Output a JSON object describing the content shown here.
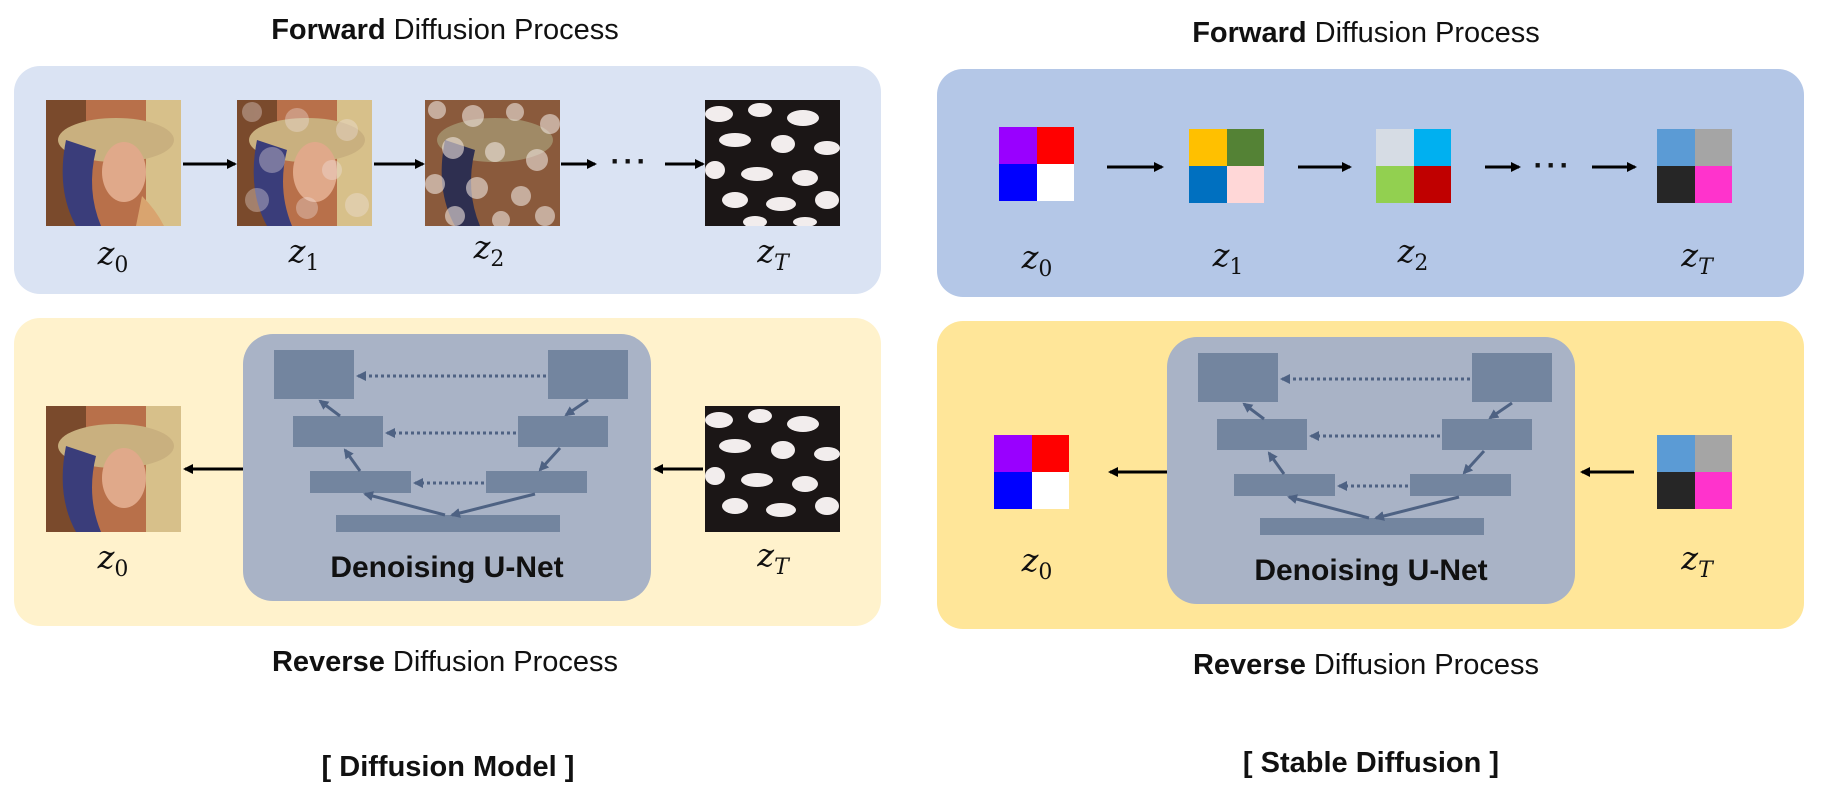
{
  "left": {
    "forward_title_bold": "Forward",
    "forward_title_rest": " Diffusion Process",
    "reverse_title_bold": "Reverse",
    "reverse_title_rest": " Diffusion Process",
    "unet_label": "Denoising U-Net",
    "caption": "[ Diffusion Model ]",
    "forward_labels": [
      {
        "base": "z",
        "sub": "0"
      },
      {
        "base": "z",
        "sub": "1"
      },
      {
        "base": "z",
        "sub": "2"
      },
      {
        "base": "z",
        "sub": "T"
      }
    ],
    "reverse_labels": [
      {
        "base": "z",
        "sub": "0"
      },
      {
        "base": "z",
        "sub": "T"
      }
    ],
    "ellipsis": "···"
  },
  "right": {
    "forward_title_bold": "Forward",
    "forward_title_rest": " Diffusion Process",
    "reverse_title_bold": "Reverse",
    "reverse_title_rest": " Diffusion Process",
    "unet_label": "Denoising U-Net",
    "caption": "[ Stable Diffusion ]",
    "forward_labels": [
      {
        "base": "z",
        "sub": "0"
      },
      {
        "base": "z",
        "sub": "1"
      },
      {
        "base": "z",
        "sub": "2"
      },
      {
        "base": "z",
        "sub": "T"
      }
    ],
    "reverse_labels": [
      {
        "base": "z",
        "sub": "0"
      },
      {
        "base": "z",
        "sub": "T"
      }
    ],
    "ellipsis": "···",
    "latent_colors": {
      "z0": [
        "#9900ff",
        "#ff0000",
        "#0000ff",
        "#ffffff"
      ],
      "z1": [
        "#ffc000",
        "#548235",
        "#0070c0",
        "#ffd7d7"
      ],
      "z2": [
        "#d6dce4",
        "#00b0f0",
        "#92d050",
        "#c00000"
      ],
      "zT": [
        "#5b9bd5",
        "#a5a5a5",
        "#262626",
        "#ff33cc"
      ]
    }
  },
  "colors": {
    "forward_panel_left": "#dae3f3",
    "reverse_panel_left": "#fff2cc",
    "forward_panel_right": "#b4c7e7",
    "reverse_panel_right": "#ffe699",
    "unet_bg": "#a9b3c6",
    "unet_block": "#73859f"
  }
}
